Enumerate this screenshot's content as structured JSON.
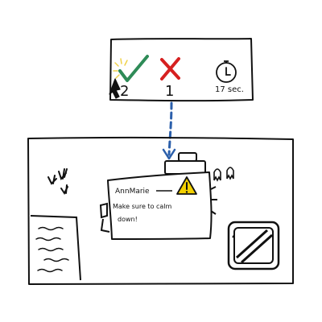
{
  "hud": {
    "correct_count": "2",
    "wrong_count": "1",
    "timer_text": "17 sec."
  },
  "note": {
    "author": "AnnMarie",
    "message_line1": "Make sure to calm",
    "message_line2": "down!"
  },
  "colors": {
    "check": "#2e8b57",
    "cross": "#d62020",
    "connector": "#2b5fab",
    "warning": "#f3d000",
    "highlight": "#f0d24a",
    "ink": "#111111"
  },
  "icons": {
    "correct": "check-icon",
    "wrong": "x-icon",
    "timer": "stopwatch-icon",
    "cursor": "mouse-pointer-icon",
    "warning": "warning-icon",
    "no_entry": "no-entry-icon"
  }
}
